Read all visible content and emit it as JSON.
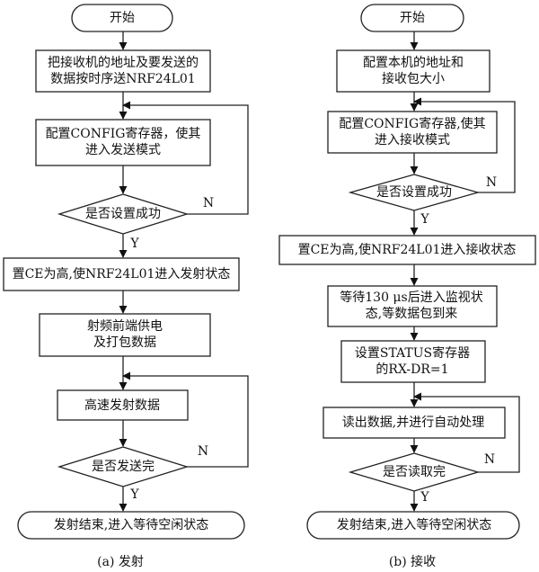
{
  "send": {
    "start": "开始",
    "step1": "把接收机的地址及要发送的\n数据按时序送NRF24L01",
    "step2": "配置CONFIG寄存器，使其\n进入发送模式",
    "decision1": "是否设置成功",
    "step3": "置CE为高,使NRF24L01进入发射状态",
    "step4": "射频前端供电\n及打包数据",
    "step5": "高速发射数据",
    "decision2": "是否发送完",
    "end": "发射结束,进入等待空闲状态",
    "caption": "(a) 发射",
    "yes": "Y",
    "no": "N"
  },
  "recv": {
    "start": "开始",
    "step1": "配置本机的地址和\n接收包大小",
    "step2": "配置CONFIG寄存器,使其\n进入接收模式",
    "decision1": "是否设置成功",
    "step3": "置CE为高,使NRF24L01进入接收状态",
    "step4": "等待130 μs后进入监视状\n态,等数据包到来",
    "step5": "设置STATUS寄存器\n的RX-DR=1",
    "step6": "读出数据,并进行自动处理",
    "decision2": "是否读取完",
    "end": "发射结束,进入等待空闲状态",
    "caption": "(b) 接收",
    "yes": "Y",
    "no": "N"
  }
}
